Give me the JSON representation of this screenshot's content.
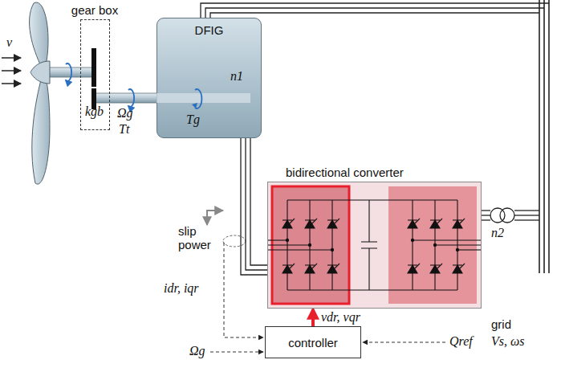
{
  "diagram": {
    "nodes": [
      {
        "text": [
          "gear box"
        ]
      },
      {
        "text": [
          "DFIG"
        ]
      },
      {
        "text": [
          "bidirectional converter"
        ]
      },
      {
        "text": [
          "controller"
        ]
      }
    ],
    "edges": [
      {
        "from": 1,
        "to": 2,
        "arrow": "none"
      },
      {
        "from": 3,
        "to": 2,
        "arrow": "to",
        "label": "vdr, vqr"
      }
    ],
    "labels": [
      "ν",
      "kgb",
      "Ωg",
      "Tt",
      "Tg",
      "n1",
      "slip power",
      "idr, iqr",
      "Ωg",
      "Qref",
      "n2",
      "grid",
      "Vs, ωs"
    ]
  }
}
